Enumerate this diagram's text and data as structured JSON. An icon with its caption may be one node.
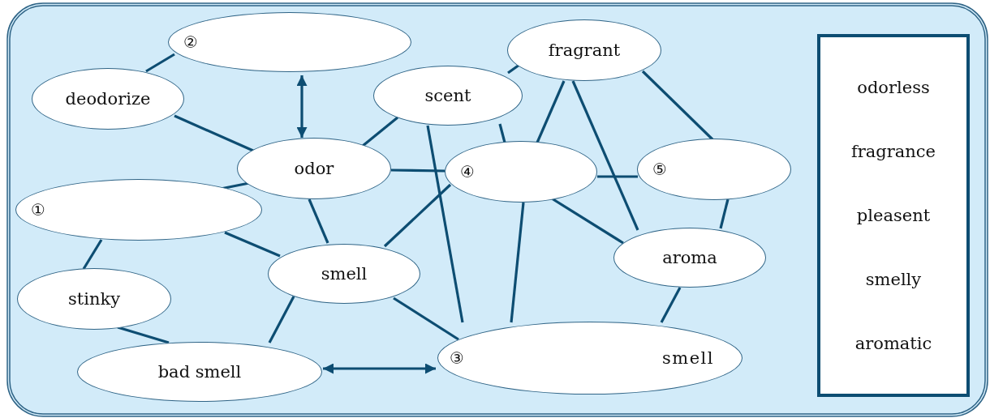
{
  "diagram": {
    "nodes": [
      {
        "text": [
          "②"
        ]
      },
      {
        "text": [
          "deodorize"
        ]
      },
      {
        "text": [
          "scent"
        ]
      },
      {
        "text": [
          "fragrant"
        ]
      },
      {
        "text": [
          "odor"
        ]
      },
      {
        "text": [
          "④"
        ]
      },
      {
        "text": [
          "⑤"
        ]
      },
      {
        "text": [
          "①"
        ]
      },
      {
        "text": [
          "smell"
        ]
      },
      {
        "text": [
          "aroma"
        ]
      },
      {
        "text": [
          "stinky"
        ]
      },
      {
        "text": [
          "bad smell"
        ]
      },
      {
        "text": [
          "③",
          "smell"
        ]
      },
      {
        "text": [
          "odorless",
          "fragrance",
          "pleasent",
          "smelly",
          "aromatic"
        ]
      }
    ],
    "edges": [
      {
        "from": 0,
        "to": 1,
        "arrow": "none"
      },
      {
        "from": 0,
        "to": 4,
        "arrow": "both"
      },
      {
        "from": 1,
        "to": 4,
        "arrow": "none"
      },
      {
        "from": 2,
        "to": 4,
        "arrow": "none"
      },
      {
        "from": 4,
        "to": 5,
        "arrow": "none"
      },
      {
        "from": 4,
        "to": 7,
        "arrow": "none"
      },
      {
        "from": 4,
        "to": 8,
        "arrow": "none"
      },
      {
        "from": 2,
        "to": 5,
        "arrow": "none"
      },
      {
        "from": 2,
        "to": 12,
        "arrow": "none"
      },
      {
        "from": 3,
        "to": 2,
        "arrow": "none"
      },
      {
        "from": 3,
        "to": 5,
        "arrow": "none"
      },
      {
        "from": 3,
        "to": 9,
        "arrow": "none"
      },
      {
        "from": 3,
        "to": 6,
        "arrow": "none"
      },
      {
        "from": 5,
        "to": 6,
        "arrow": "none"
      },
      {
        "from": 5,
        "to": 8,
        "arrow": "none"
      },
      {
        "from": 5,
        "to": 9,
        "arrow": "none"
      },
      {
        "from": 5,
        "to": 12,
        "arrow": "none"
      },
      {
        "from": 6,
        "to": 9,
        "arrow": "none"
      },
      {
        "from": 7,
        "to": 10,
        "arrow": "none"
      },
      {
        "from": 7,
        "to": 8,
        "arrow": "none"
      },
      {
        "from": 8,
        "to": 11,
        "arrow": "none"
      },
      {
        "from": 8,
        "to": 12,
        "arrow": "none"
      },
      {
        "from": 10,
        "to": 11,
        "arrow": "none"
      },
      {
        "from": 9,
        "to": 12,
        "arrow": "none"
      },
      {
        "from": 11,
        "to": 12,
        "arrow": "both"
      }
    ]
  }
}
